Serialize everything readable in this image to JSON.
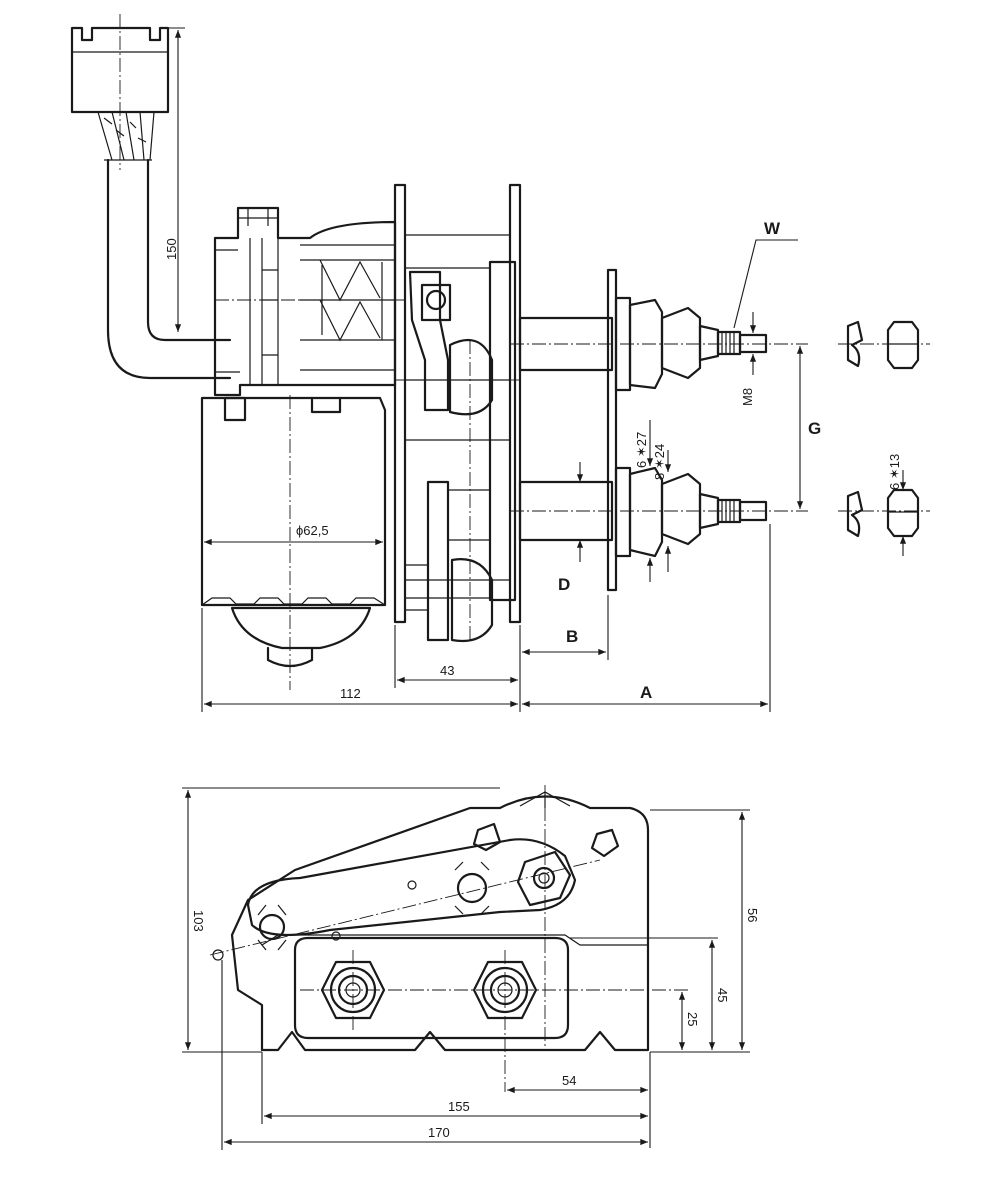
{
  "side_view": {
    "dims": {
      "cable_length": "150",
      "motor_diameter": "ϕ62,5",
      "width_112": "112",
      "width_43": "43",
      "label_A": "A",
      "label_B": "B",
      "label_D": "D",
      "label_G": "G",
      "label_W": "W",
      "thread_m8": "M8",
      "nut_27": "6 ✶27",
      "nut_24": "8 ✶24",
      "nut_13": "6 ✶13"
    }
  },
  "plan_view": {
    "dims": {
      "height_103": "103",
      "height_56": "56",
      "height_45": "45",
      "height_25": "25",
      "width_54": "54",
      "width_155": "155",
      "width_170": "170"
    }
  }
}
